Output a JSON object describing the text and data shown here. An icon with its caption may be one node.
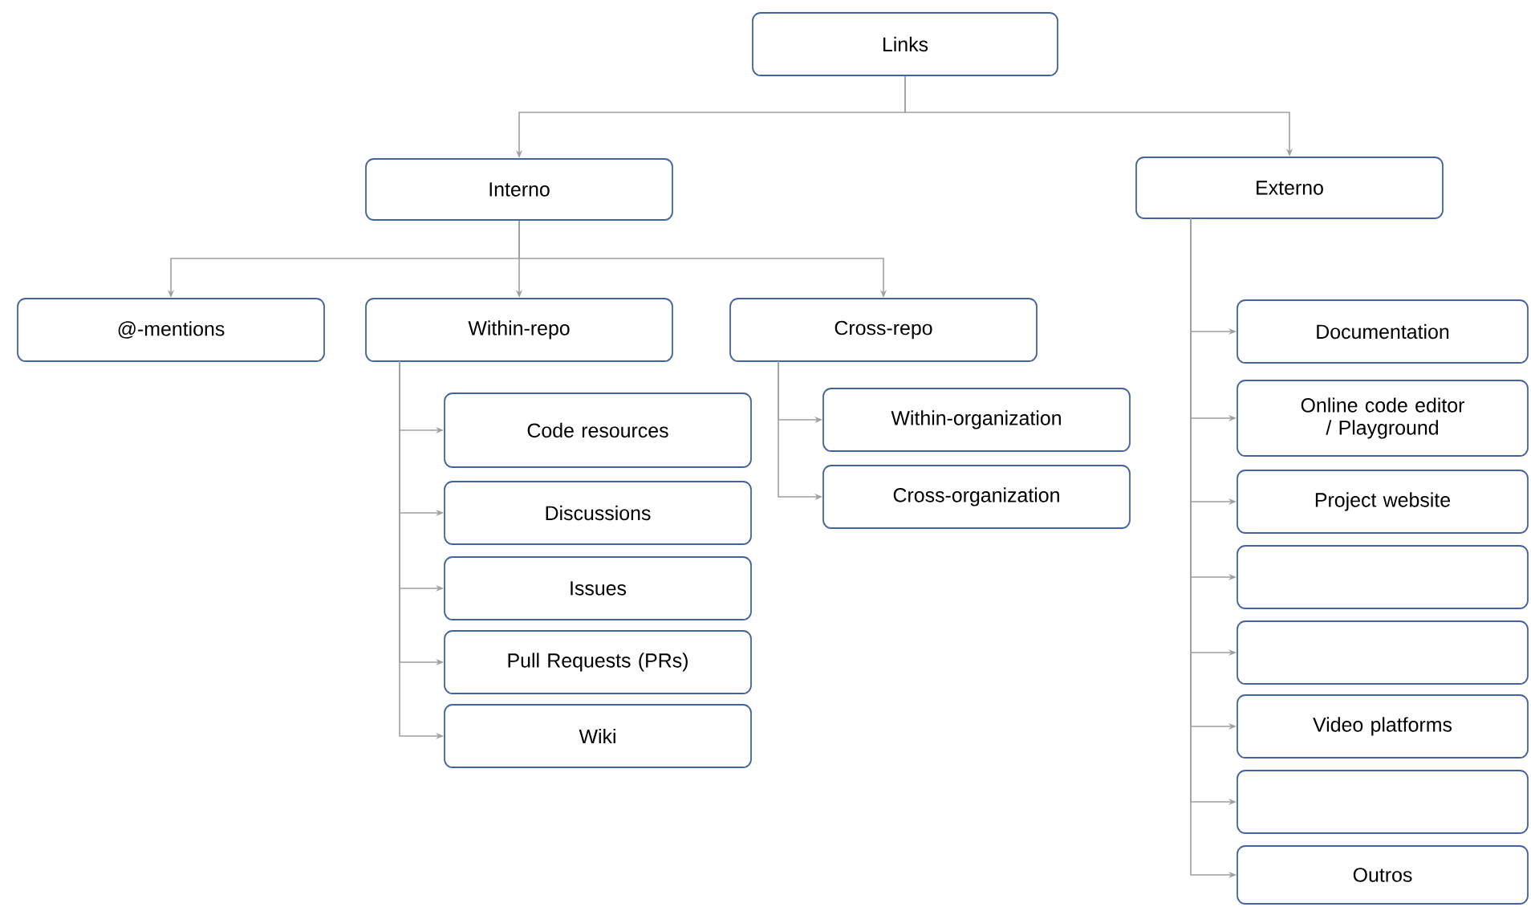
{
  "diagram": {
    "nodes": [
      {
        "text": [
          "Links"
        ]
      },
      {
        "text": [
          "Interno"
        ]
      },
      {
        "text": [
          "Externo"
        ]
      },
      {
        "text": [
          "@-mentions"
        ]
      },
      {
        "text": [
          "Within-repo"
        ]
      },
      {
        "text": [
          "Cross-repo"
        ]
      },
      {
        "text": [
          "Code resources"
        ]
      },
      {
        "text": [
          "Discussions"
        ]
      },
      {
        "text": [
          "Issues"
        ]
      },
      {
        "text": [
          "Pull Requests (PRs)"
        ]
      },
      {
        "text": [
          "Wiki"
        ]
      },
      {
        "text": [
          "Within-organization"
        ]
      },
      {
        "text": [
          "Cross-organization"
        ]
      },
      {
        "text": [
          "Documentation"
        ]
      },
      {
        "text": [
          "Online code editor / Playground"
        ]
      },
      {
        "text": [
          "Project website"
        ]
      },
      {
        "text": [],
        "shape": "box"
      },
      {
        "text": [],
        "shape": "box"
      },
      {
        "text": [
          "Video platforms"
        ]
      },
      {
        "text": [],
        "shape": "box"
      },
      {
        "text": [
          "Outros"
        ]
      }
    ],
    "edges": [
      {
        "from": 0,
        "to": 1,
        "arrow": "to"
      },
      {
        "from": 0,
        "to": 2,
        "arrow": "to"
      },
      {
        "from": 1,
        "to": 3,
        "arrow": "to"
      },
      {
        "from": 1,
        "to": 4,
        "arrow": "to"
      },
      {
        "from": 1,
        "to": 5,
        "arrow": "to"
      },
      {
        "from": 4,
        "to": 6,
        "arrow": "to"
      },
      {
        "from": 4,
        "to": 7,
        "arrow": "to"
      },
      {
        "from": 4,
        "to": 8,
        "arrow": "to"
      },
      {
        "from": 4,
        "to": 9,
        "arrow": "to"
      },
      {
        "from": 4,
        "to": 10,
        "arrow": "to"
      },
      {
        "from": 5,
        "to": 11,
        "arrow": "to"
      },
      {
        "from": 5,
        "to": 12,
        "arrow": "to"
      },
      {
        "from": 2,
        "to": 13,
        "arrow": "to"
      },
      {
        "from": 2,
        "to": 14,
        "arrow": "to"
      },
      {
        "from": 2,
        "to": 15,
        "arrow": "to"
      },
      {
        "from": 2,
        "to": 16,
        "arrow": "to"
      },
      {
        "from": 2,
        "to": 17,
        "arrow": "to"
      },
      {
        "from": 2,
        "to": 18,
        "arrow": "to"
      },
      {
        "from": 2,
        "to": 19,
        "arrow": "to"
      },
      {
        "from": 2,
        "to": 20,
        "arrow": "to"
      }
    ]
  }
}
